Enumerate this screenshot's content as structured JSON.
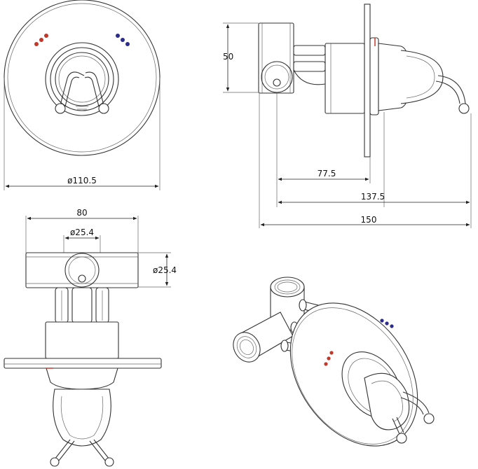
{
  "colors": {
    "line": "#333333",
    "hot_dots": "#c0392b",
    "cold_dots": "#2c2c8c"
  },
  "dimensions": {
    "front_diameter": "ø110.5",
    "side_height": "50",
    "side_depth_1": "77.5",
    "side_depth_2": "137.5",
    "side_depth_3": "150",
    "top_width": "80",
    "top_inlet_diameter": "ø25.4",
    "top_inlet_height": "ø25.4"
  }
}
